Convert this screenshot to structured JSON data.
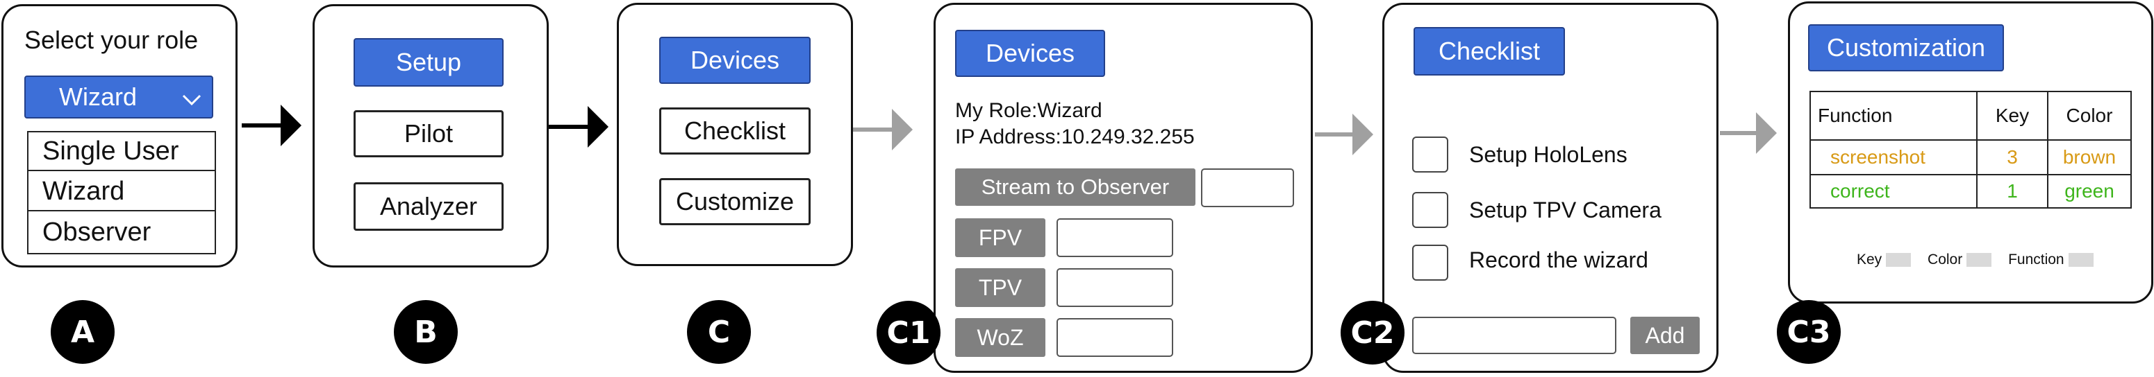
{
  "panel_a": {
    "title": "Select your role",
    "dropdown_value": "Wizard",
    "options": [
      "Single User",
      "Wizard",
      "Observer"
    ],
    "label": "A"
  },
  "panel_b": {
    "buttons": [
      "Setup",
      "Pilot",
      "Analyzer"
    ],
    "label": "B"
  },
  "panel_c": {
    "buttons": [
      "Devices",
      "Checklist",
      "Customize"
    ],
    "label": "C"
  },
  "panel_c1": {
    "title": "Devices",
    "role_text": "My Role:Wizard",
    "ip_text": "IP Address:10.249.32.255",
    "stream_label": "Stream to Observer",
    "devices": [
      "FPV",
      "TPV",
      "WoZ"
    ],
    "label": "C1"
  },
  "panel_c2": {
    "title": "Checklist",
    "items": [
      "Setup HoloLens",
      "Setup TPV Camera",
      "Record the wizard"
    ],
    "add_label": "Add",
    "label": "C2"
  },
  "panel_c3": {
    "title": "Customization",
    "table_headers": [
      "Function",
      "Key",
      "Color"
    ],
    "rows": [
      {
        "function": "screenshot",
        "key": "3",
        "color": "brown",
        "hex": "#d89a16"
      },
      {
        "function": "correct",
        "key": "1",
        "color": "green",
        "hex": "#3eb51c"
      }
    ],
    "legend": [
      "Key",
      "Color",
      "Function"
    ],
    "label": "C3"
  },
  "colors": {
    "accent_blue": "#3d6fd8",
    "gray_button": "#808080",
    "arrow_black": "#000000",
    "arrow_gray": "#a0a0a0"
  }
}
